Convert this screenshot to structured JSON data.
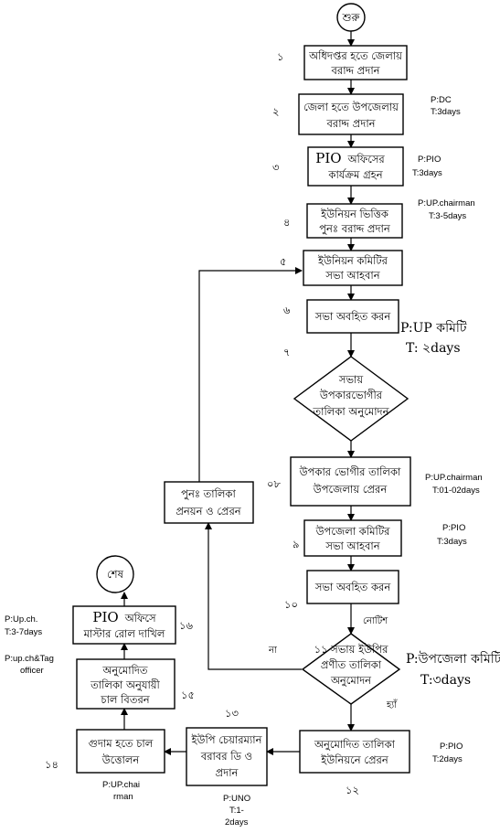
{
  "nodes": {
    "start": {
      "text": "শুরু"
    },
    "n1": {
      "line1": "অধিদপ্তর হতে জেলায়",
      "line2": "বরাদ্দ প্রদান"
    },
    "n2": {
      "line1": "জেলা হতে উপজেলায়",
      "line2": "বরাদ্দ প্রদান"
    },
    "n3": {
      "line1a": "PIO",
      "line1b": "অফিসের",
      "line2": "কার্যক্রম গ্রহন"
    },
    "n4": {
      "line1": "ইউনিয়ন ভিত্তিক",
      "line2": "পুনঃ বরাদ্দ প্রদান"
    },
    "n5": {
      "line1": "ইউনিয়ন কমিটির",
      "line2": "সভা আহবান"
    },
    "n6": {
      "line1": "সভা অবহিত করন"
    },
    "d7": {
      "line1": "সভায়",
      "line2": "উপকারভোগীর",
      "line3": "তালিকা অনুমোদন"
    },
    "n8": {
      "line1": "উপকার ভোগীর তালিকা",
      "line2": "উপজেলায় প্রেরন"
    },
    "n9": {
      "line1": "উপজেলা কমিটির",
      "line2": "সভা আহবান"
    },
    "n10": {
      "line1": "সভা অবহিত করন"
    },
    "d11": {
      "line1": "১১ সভায় ইউপির",
      "line2": "প্রণীত তালিকা",
      "line3": "অনুমোদন"
    },
    "n12": {
      "line1": "অনুমোদিত তালিকা",
      "line2": "ইউনিয়নে প্রেরন"
    },
    "n13": {
      "line1": "ইউপি চেয়ারম্যান",
      "line2": "বরাবর ডি ও",
      "line3": "প্রদান"
    },
    "n14": {
      "line1": "গুদাম হতে চাল",
      "line2": "উত্তোলন"
    },
    "n15": {
      "line1": "অনুমোদিত",
      "line2": "তালিকা অনুযায়ী",
      "line3": "চাল বিতরন"
    },
    "n16": {
      "line1a": "PIO",
      "line1b": "অফিসে",
      "line2": "মাস্টার রোল দাখিল"
    },
    "redo": {
      "line1": "পুনঃ তালিকা",
      "line2": "প্রনয়ন ও প্রেরন"
    },
    "end": {
      "text": "শেষ"
    }
  },
  "step_numbers": {
    "s1": "১",
    "s2": "২",
    "s3": "৩",
    "s4": "৪",
    "s5": "৫",
    "s6": "৬",
    "s7": "৭",
    "s8": "০৮",
    "s9": "৯",
    "s10": "১০",
    "s12": "১২",
    "s13": "১৩",
    "s14": "১৪",
    "s15": "১৫",
    "s16": "১৬"
  },
  "responsibilities": {
    "r2": {
      "p": "P:DC",
      "t": "T:3days"
    },
    "r3": {
      "p": "P:PIO",
      "t": "T:3days"
    },
    "r4": {
      "p": "P:UP.chairman",
      "t": "T:3-5days"
    },
    "r7": {
      "p": "P:UP কমিটি",
      "t": "T: ২days"
    },
    "r8": {
      "p": "P:UP.chairman",
      "t": "T:01-02days"
    },
    "r9": {
      "p": "P:PIO",
      "t": "T:3days"
    },
    "r11": {
      "p": "P:উপজেলা কমিটি",
      "t": "T:৩days"
    },
    "r12": {
      "p": "P:PIO",
      "t": "T:2days"
    },
    "r13": {
      "l1": "P:UNO",
      "l2": "T:1-",
      "l3": "2days"
    },
    "r14": {
      "l1": "P:UP.chai",
      "l2": "rman"
    },
    "r15": {
      "l1": "P:up.ch&Tag",
      "l2": "officer"
    },
    "r16": {
      "l1": "P:Up.ch.",
      "l2": "T:3-7days"
    }
  },
  "edge_labels": {
    "notice": "নোটিশ",
    "no": "না",
    "yes": "হ্যাঁ"
  }
}
